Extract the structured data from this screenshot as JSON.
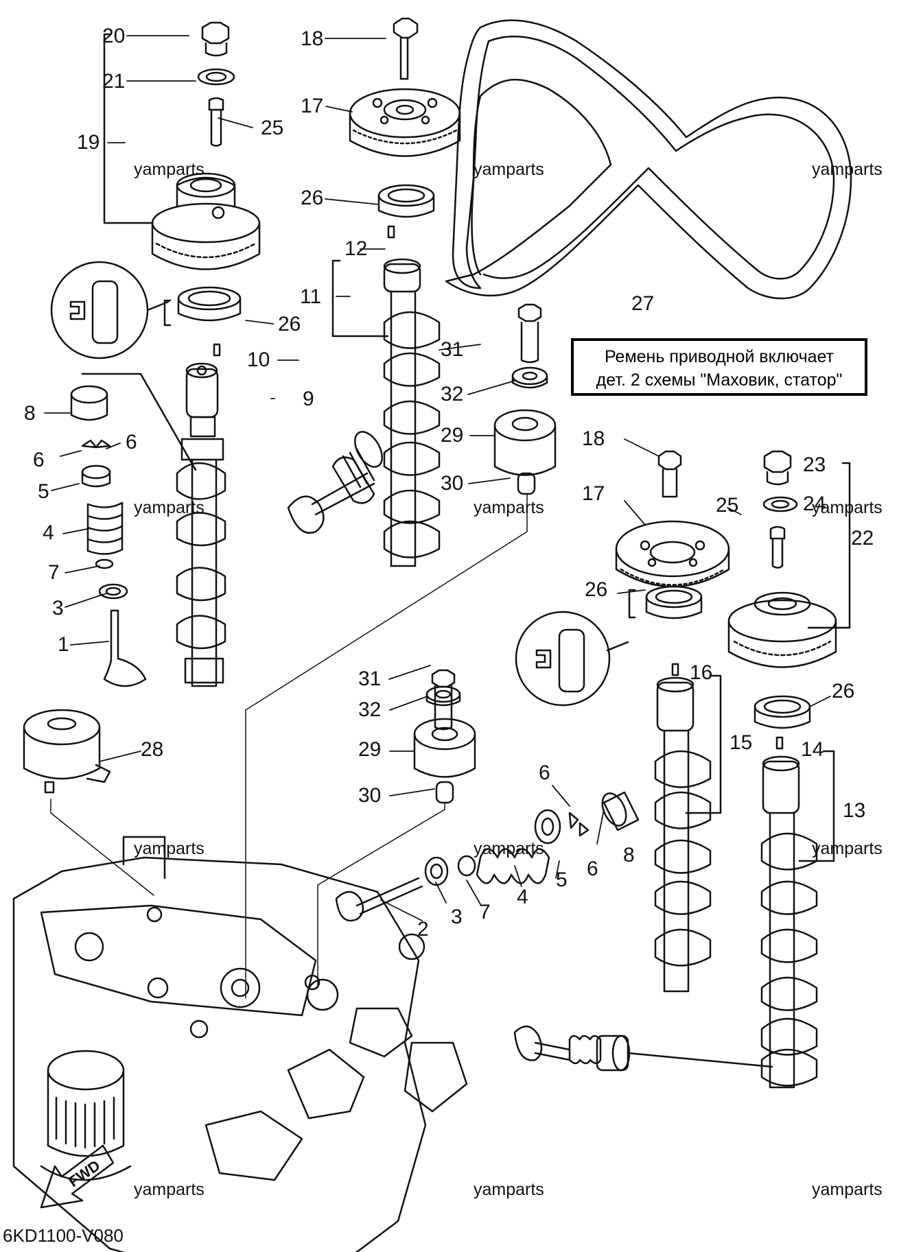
{
  "callouts": {
    "c1": "1",
    "c2": "2",
    "c3a": "3",
    "c3b": "3",
    "c4a": "4",
    "c4b": "4",
    "c5a": "5",
    "c5b": "5",
    "c6a": "6",
    "c6b": "6",
    "c6c": "6",
    "c6d": "6",
    "c7a": "7",
    "c7b": "7",
    "c8a": "8",
    "c8b": "8",
    "c9": "9",
    "c10": "10",
    "c11": "11",
    "c12": "12",
    "c13": "13",
    "c14": "14",
    "c15": "15",
    "c16": "16",
    "c17a": "17",
    "c17b": "17",
    "c18a": "18",
    "c18b": "18",
    "c19": "19",
    "c20": "20",
    "c21": "21",
    "c22": "22",
    "c23": "23",
    "c24": "24",
    "c25a": "25",
    "c25b": "25",
    "c26a": "26",
    "c26b": "26",
    "c26c": "26",
    "c26d": "26",
    "c27": "27",
    "c28": "28",
    "c29a": "29",
    "c29b": "29",
    "c30a": "30",
    "c30b": "30",
    "c31a": "31",
    "c31b": "31",
    "c32a": "32",
    "c32b": "32"
  },
  "watermark": "yamparts",
  "note": {
    "line1": "Ремень приводной включает",
    "line2": "дет. 2 схемы \"Маховик, статор\""
  },
  "fwd_label": "FWD",
  "diagram_code": "6KD1100-V080"
}
